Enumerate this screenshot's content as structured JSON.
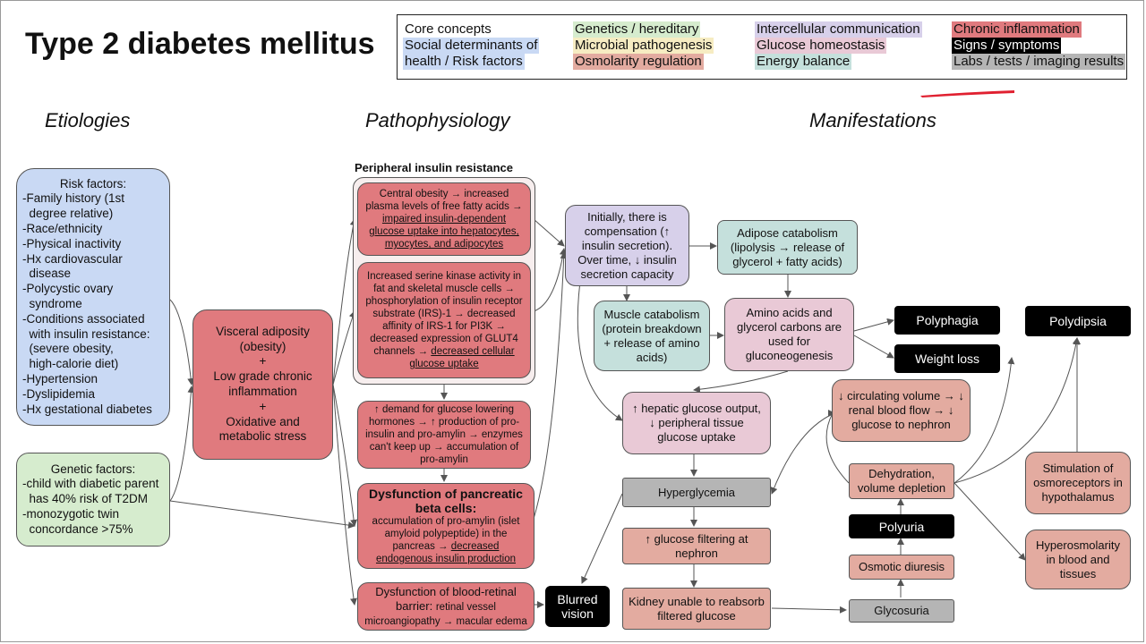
{
  "title": "Type 2 diabetes mellitus",
  "columns": {
    "etiologies": "Etiologies",
    "pathophysiology": "Pathophysiology",
    "manifestations": "Manifestations"
  },
  "legend": {
    "core": "Core concepts",
    "social": "Social determinants of health / Risk factors",
    "social1": "Social determinants of",
    "social2": "health / Risk factors",
    "genetics": "Genetics / hereditary",
    "microbial": "Microbial pathogenesis",
    "osmolarity": "Osmolarity regulation",
    "intercellular": "Intercellular communication",
    "glucose": "Glucose homeostasis",
    "energy": "Energy balance",
    "inflammation": "Chronic inflammation",
    "signs": "Signs / symptoms",
    "labs": "Labs / tests / imaging results",
    "colors": {
      "social": "#c9d9f4",
      "genetics": "#d6ecce",
      "microbial": "#f6ecc2",
      "osmolarity": "#e3aba0",
      "intercellular": "#d7d0ea",
      "glucose": "#e9c9d6",
      "energy": "#c5e0dc",
      "inflammation": "#e07a7e",
      "signs": "#000000",
      "labs": "#b5b5b5"
    }
  },
  "nodes": {
    "risk": {
      "title": "Risk factors:",
      "lines": [
        "-Family history (1st",
        "  degree relative)",
        "-Race/ethnicity",
        "-Physical inactivity",
        "-Hx cardiovascular",
        "  disease",
        "-Polycystic ovary",
        "  syndrome",
        "-Conditions associated",
        "  with insulin resistance:",
        "  (severe obesity,",
        "  high-calorie diet)",
        "-Hypertension",
        "-Dyslipidemia",
        "-Hx gestational diabetes"
      ]
    },
    "genetic": {
      "title": "Genetic factors:",
      "lines": [
        "-child with diabetic parent",
        "  has 40% risk of T2DM",
        "-monozygotic twin",
        "  concordance >75%"
      ]
    },
    "visceral": {
      "l1": "Visceral adiposity",
      "l2": "(obesity)",
      "plus": "+",
      "l3": "Low grade chronic",
      "l4": "inflammation",
      "l5": "Oxidative and",
      "l6": "metabolic stress"
    },
    "pir_title": "Peripheral insulin resistance",
    "central_obesity": {
      "text": "Central obesity → increased plasma levels of free fatty acids →",
      "u": "impaired insulin-dependent glucose uptake into hepatocytes, myocytes, and adipocytes"
    },
    "serine": {
      "text": "Increased serine kinase activity in fat and skeletal muscle cells → phosphorylation of insulin receptor substrate (IRS)-1 → decreased affinity of IRS-1 for PI3K → decreased expression of GLUT4 channels →",
      "u": "decreased cellular glucose uptake"
    },
    "demand": {
      "text": "↑ demand for glucose lowering hormones → ↑ production of pro-insulin and pro-amylin → enzymes can't keep up → accumulation of pro-amylin"
    },
    "beta": {
      "title": "Dysfunction of pancreatic beta cells:",
      "text": "accumulation of pro-amylin (islet amyloid polypeptide) in the pancreas →",
      "u": "decreased endogenous insulin production"
    },
    "retinal": {
      "title": "Dysfunction of blood-retinal barrier:",
      "text": "retinal vessel microangiopathy → macular edema"
    },
    "compensation": {
      "text": "Initially, there is compensation (↑ insulin secretion). Over time, ↓ insulin secretion capacity"
    },
    "adipose": {
      "text": "Adipose catabolism (lipolysis → release of glycerol + fatty acids)"
    },
    "muscle": {
      "text": "Muscle catabolism (protein breakdown + release of amino acids)"
    },
    "amino": {
      "text": "Amino acids and glycerol carbons are used for gluconeogenesis"
    },
    "polyphagia": "Polyphagia",
    "weightloss": "Weight loss",
    "polydipsia": "Polydipsia",
    "hepatic": {
      "text": "↑ hepatic glucose output, ↓ peripheral tissue glucose uptake"
    },
    "circ": {
      "text": "↓ circulating volume → ↓ renal blood flow → ↓ glucose to nephron"
    },
    "hyperglycemia": "Hyperglycemia",
    "dehydration": {
      "text": "Dehydration, volume depletion"
    },
    "stimulation": {
      "text": "Stimulation of osmoreceptors in hypothalamus"
    },
    "filtering": {
      "text": "↑ glucose filtering at nephron"
    },
    "polyuria": "Polyuria",
    "osmotic": {
      "text": "Osmotic diuresis"
    },
    "hyperosm": {
      "text": "Hyperosmolarity in blood and tissues"
    },
    "blurred": "Blurred vision",
    "kidney": {
      "text": "Kidney unable to reabsorb filtered glucose"
    },
    "glycosuria": "Glycosuria"
  }
}
